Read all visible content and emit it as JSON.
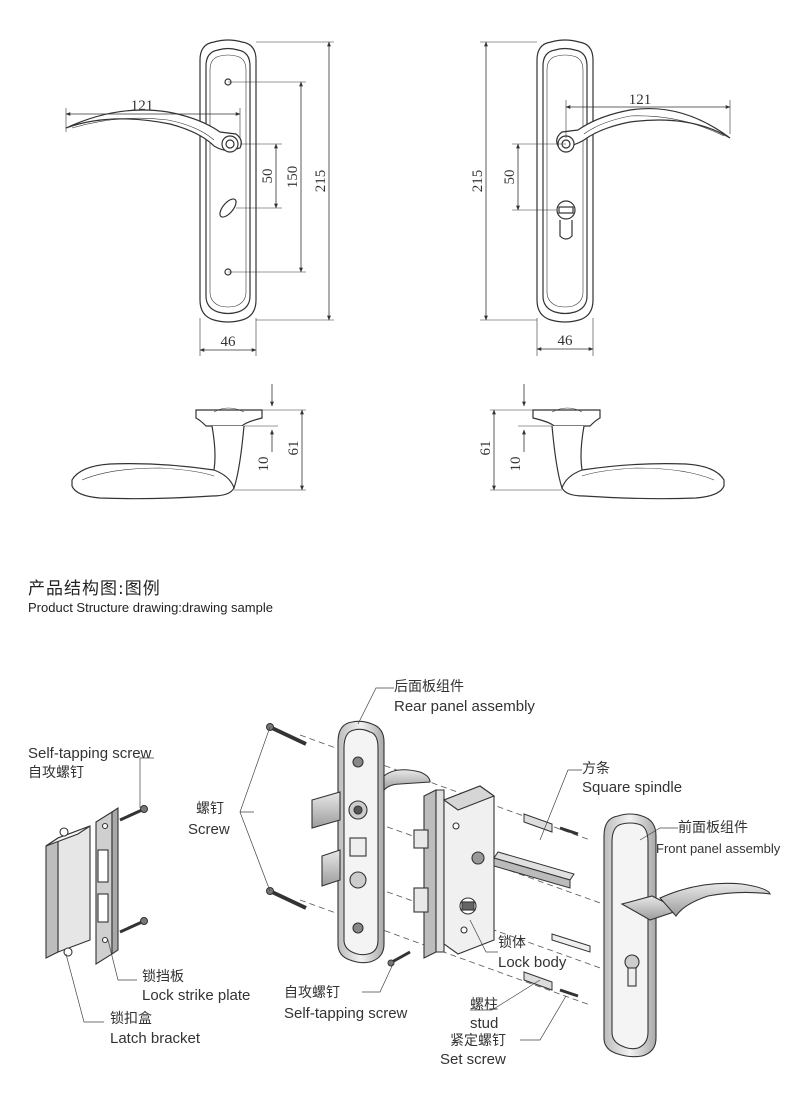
{
  "dimensions": {
    "left_front": {
      "handle_length": "121",
      "spindle_to_cylinder": "50",
      "screw_spacing": "150",
      "panel_height": "215",
      "panel_width": "46"
    },
    "right_front": {
      "handle_length": "121",
      "spindle_to_cylinder": "50",
      "panel_height": "215",
      "panel_width": "46"
    },
    "left_side": {
      "rose_depth": "10",
      "projection": "61"
    },
    "right_side": {
      "rose_depth": "10",
      "projection": "61"
    }
  },
  "section": {
    "title_cn": "产品结构图:图例",
    "title_en": "Product Structure drawing:drawing sample"
  },
  "labels": {
    "self_tapping_top_en": "Self-tapping screw",
    "self_tapping_top_cn": "自攻螺钉",
    "screw_cn": "螺钉",
    "screw_en": "Screw",
    "strike_plate_cn": "锁挡板",
    "strike_plate_en": "Lock strike plate",
    "latch_bracket_cn": "锁扣盒",
    "latch_bracket_en": "Latch bracket",
    "rear_panel_cn": "后面板组件",
    "rear_panel_en": "Rear panel assembly",
    "self_tapping_bottom_cn": "自攻螺钉",
    "self_tapping_bottom_en": "Self-tapping screw",
    "spindle_cn": "方条",
    "spindle_en": "Square spindle",
    "front_panel_cn": "前面板组件",
    "front_panel_en": "Front panel assembly",
    "lock_body_cn": "锁体",
    "lock_body_en": "Lock body",
    "stud_cn": "螺柱",
    "stud_en": "stud",
    "set_screw_cn": "紧定螺钉",
    "set_screw_en": "Set screw"
  },
  "colors": {
    "line": "#333333",
    "fill_light": "#f4f4f4",
    "fill_mid": "#d9d9d9",
    "fill_dark": "#9a9a9a"
  }
}
